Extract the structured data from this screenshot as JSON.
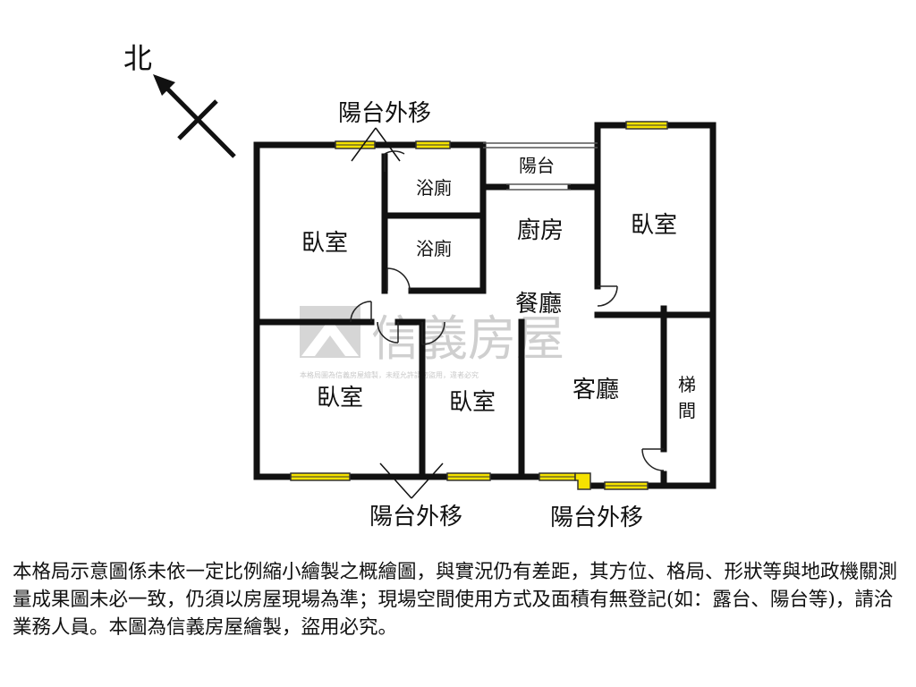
{
  "compass": {
    "label": "北"
  },
  "rooms": {
    "bedroom_top_left": "臥室",
    "bath_upper": "浴廁",
    "bath_lower": "浴廁",
    "balcony": "陽台",
    "kitchen": "廚房",
    "bedroom_top_right": "臥室",
    "dining": "餐廳",
    "bedroom_bottom_left": "臥室",
    "bedroom_bottom_mid": "臥室",
    "living": "客廳",
    "stair_1": "梯",
    "stair_2": "間"
  },
  "callouts": {
    "top": "陽台外移",
    "bottom_left": "陽台外移",
    "bottom_right": "陽台外移"
  },
  "watermark": {
    "brand": "信義房屋",
    "notice": "本格局圖為信義房屋繪製，未經允許請勿盜用，違者必究"
  },
  "disclaimer": "本格局示意圖係未依一定比例縮小繪製之概繪圖，與實況仍有差距，其方位、格局、形狀等與地政機關測量成果圖未必一致，仍須以房屋現場為準；現場空間使用方式及面積有無登記(如：露台、陽台等)，請洽業務人員。本圖為信義房屋繪製，盜用必究。",
  "colors": {
    "wall": "#111111",
    "window": "#f5e200",
    "watermark": "#cfcfcf"
  }
}
